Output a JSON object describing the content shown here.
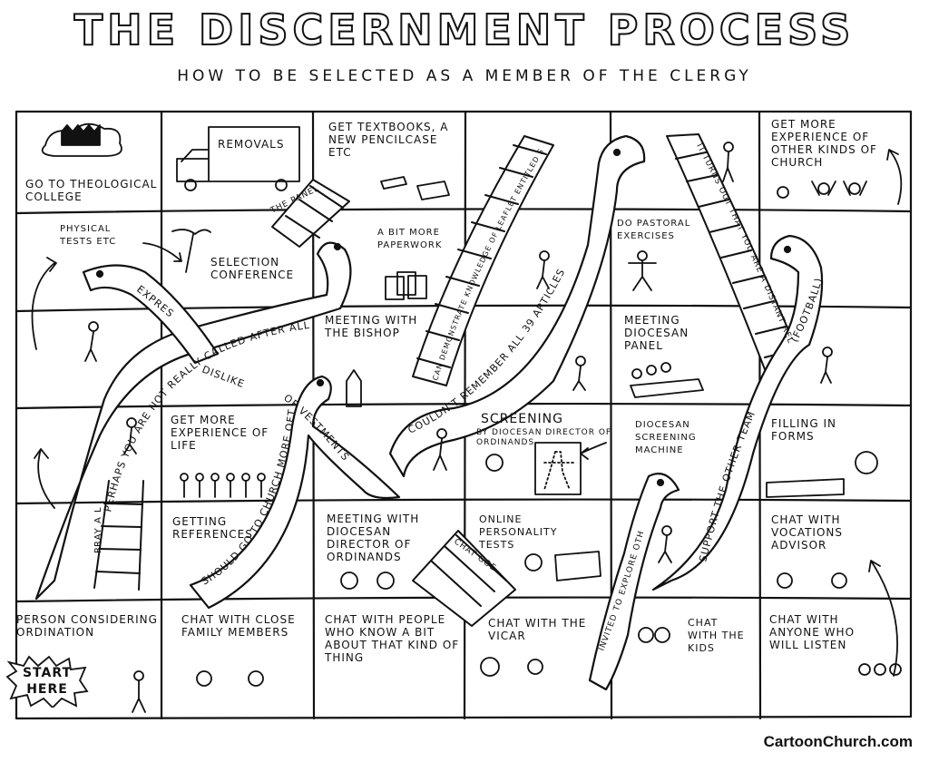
{
  "title": "THE DISCERNMENT PROCESS",
  "subtitle": "HOW TO BE SELECTED AS A MEMBER OF THE CLERGY",
  "start": {
    "line1": "START",
    "line2": "HERE"
  },
  "credit": "CartoonChurch.com",
  "squares": {
    "r0c0": "Go to theological college",
    "r0c1": "Removals",
    "r0c2": "Get textbooks, a new pencilcase etc",
    "r0c5": "Get more experience of other kinds of church",
    "r1c0": "Physical tests etc",
    "r1c1": "Selection conference",
    "r1c2": "A bit more paperwork",
    "r1c4": "Do pastoral exercises",
    "r2c2": "Meeting with the Bishop",
    "r2c4": "Meeting Diocesan Panel",
    "r3c1": "Get more experience of life",
    "r3c3": "Screening",
    "r3c3sub": "by Diocesan Director of Ordinands",
    "r3c4": "Diocesan screening machine",
    "r3c5": "Filling in forms",
    "r4c1": "Getting references",
    "r4c2": "Meeting with Diocesan Director of Ordinands",
    "r4c3": "Online personality tests",
    "r4c5": "Chat with vocations advisor",
    "r5c0": "Person considering ordination",
    "r5c1": "Chat with close family members",
    "r5c2": "Chat with people who know a bit about that kind of thing",
    "r5c3": "Chat with the vicar",
    "r5c4": "Chat with the kids",
    "r5c5": "Chat with anyone who will listen"
  },
  "ladders": {
    "panel": "The panel approves",
    "leaflet": "Can demonstrate knowledge of leaflet entitled so, you want to be ordained?",
    "relative": "It turns out that you are a distant relative of the Bishop",
    "pray": "Pray a lot",
    "chat": "Chat goes quite well"
  },
  "snakes": {
    "express": "Express",
    "notcalled": "Perhaps you are not really called after all",
    "dislike": "Dislike",
    "vestments": "of vestments",
    "church": "should go to church more often",
    "articles": "Couldn't remember all 39 articles",
    "football": "(football)",
    "team": "Support the other team",
    "invited": "Invited to explore other options?"
  }
}
